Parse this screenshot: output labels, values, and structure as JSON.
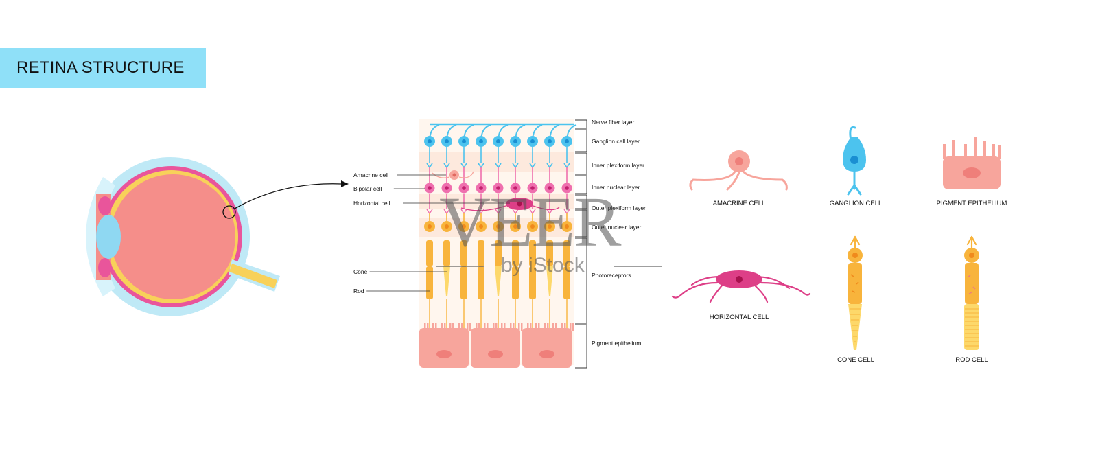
{
  "title": "RETINA STRUCTURE",
  "layer_labels": [
    "Nerve fiber layer",
    "Ganglion cell layer",
    "Inner plexiform layer",
    "Inner nuclear layer",
    "Outer plexiform layer",
    "Outer nuclear layer",
    "Photoreceptors",
    "Pigment epithelium"
  ],
  "cell_labels": [
    "Amacrine cell",
    "Bipolar cell",
    "Horizontal cell",
    "Cone",
    "Rod"
  ],
  "cell_captions": {
    "amacrine": "AMACRINE CELL",
    "ganglion": "GANGLION CELL",
    "pigment": "PIGMENT EPITHELIUM",
    "horizontal": "HORIZONTAL CELL",
    "cone": "CONE CELL",
    "rod": "ROD CELL"
  },
  "watermark": {
    "brand": "VEER",
    "sub": "by iStock"
  },
  "colors": {
    "banner": "#8fe0f8",
    "ganglion": "#4cc3ee",
    "bipolar": "#ef6fae",
    "photoreceptor": "#f8b43c",
    "pigment": "#f7a59c",
    "horizontal": "#dd3f87"
  }
}
